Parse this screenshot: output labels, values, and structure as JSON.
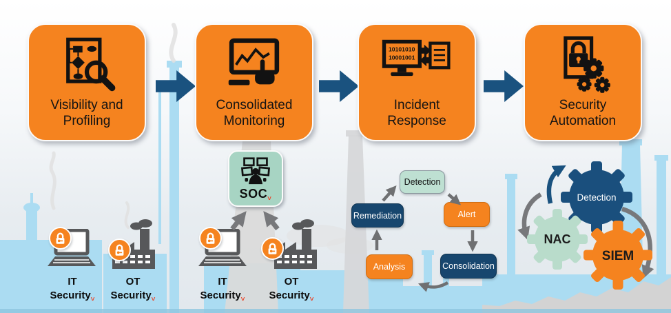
{
  "pipeline": {
    "steps": [
      {
        "label": "Visibility and\nProfiling",
        "icon": "flowchart-magnifier-icon"
      },
      {
        "label": "Consolidated\nMonitoring",
        "icon": "monitor-chart-hand-icon"
      },
      {
        "label": "Incident\nResponse",
        "icon": "monitor-binary-report-icon",
        "screen_text_line1": "10101010",
        "screen_text_line2": "10001001"
      },
      {
        "label": "Security\nAutomation",
        "icon": "document-lock-gears-icon"
      }
    ]
  },
  "soc": {
    "label": "SOC"
  },
  "endpoints": [
    {
      "label": "IT\nSecurity",
      "icon": "laptop-lock-icon"
    },
    {
      "label": "OT\nSecurity",
      "icon": "factory-lock-icon"
    },
    {
      "label": "IT\nSecurity",
      "icon": "laptop-lock-icon"
    },
    {
      "label": "OT\nSecurity",
      "icon": "factory-lock-icon"
    }
  ],
  "cycle": {
    "nodes": [
      {
        "label": "Detection",
        "style": "teal"
      },
      {
        "label": "Alert",
        "style": "orange"
      },
      {
        "label": "Consolidation",
        "style": "navy"
      },
      {
        "label": "Analysis",
        "style": "orange"
      },
      {
        "label": "Remediation",
        "style": "navy"
      }
    ]
  },
  "gears": [
    {
      "label": "Detection",
      "style": "navy"
    },
    {
      "label": "NAC",
      "style": "teal"
    },
    {
      "label": "SIEM",
      "style": "orange"
    }
  ],
  "marks": {
    "spellcheck": "˅"
  },
  "colors": {
    "orange": "#F5831F",
    "flow_arrow_navy": "#1A527F",
    "node_navy": "#17466E",
    "soc_teal": "#A7D4C3",
    "cycle_teal": "#BEE0D2",
    "skyline_blue": "#ABDCF2",
    "icon_gray": "#57585A",
    "arrow_gray": "#77787B",
    "spellcheck_red": "#E8492E"
  }
}
